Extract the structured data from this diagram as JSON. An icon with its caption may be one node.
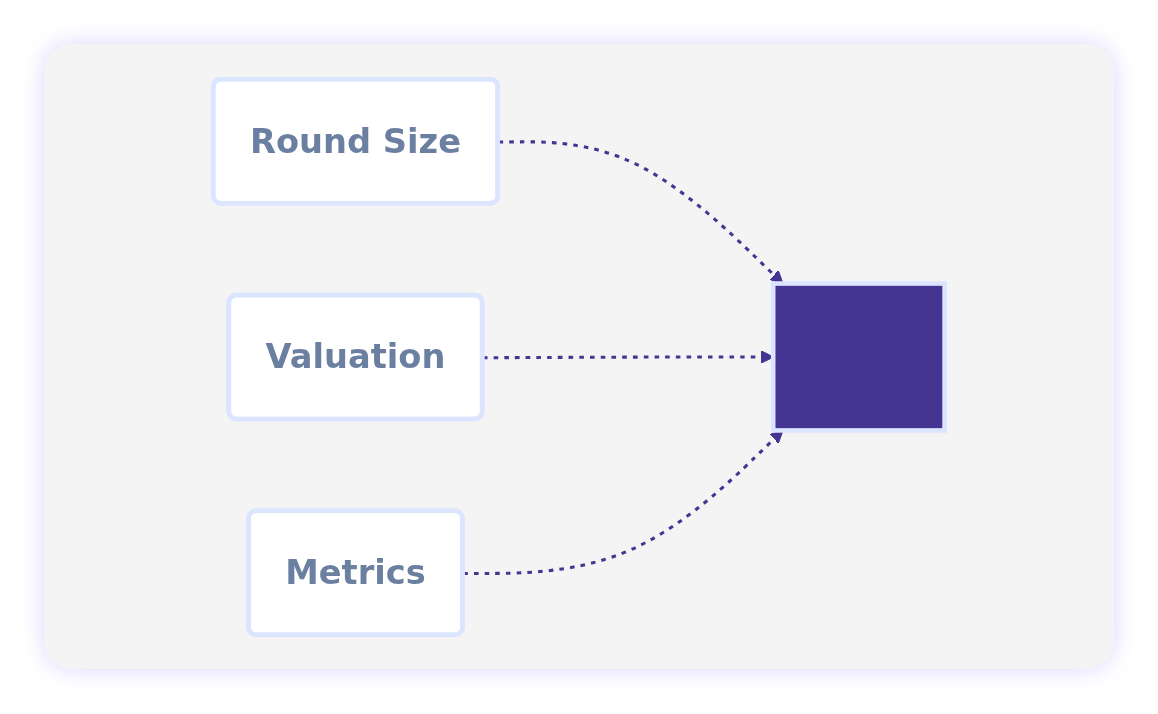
{
  "diagram": {
    "nodes": [
      {
        "text": [
          "Round Size"
        ]
      },
      {
        "text": [
          "Valuation"
        ]
      },
      {
        "text": [
          "Metrics"
        ]
      },
      {
        "text": [],
        "shape": "box"
      }
    ],
    "edges": [
      {
        "from": 0,
        "to": 3,
        "arrow": "to",
        "style": "dashed"
      },
      {
        "from": 1,
        "to": 3,
        "arrow": "to",
        "style": "dashed"
      },
      {
        "from": 2,
        "to": 3,
        "arrow": "to",
        "style": "dashed"
      }
    ]
  }
}
